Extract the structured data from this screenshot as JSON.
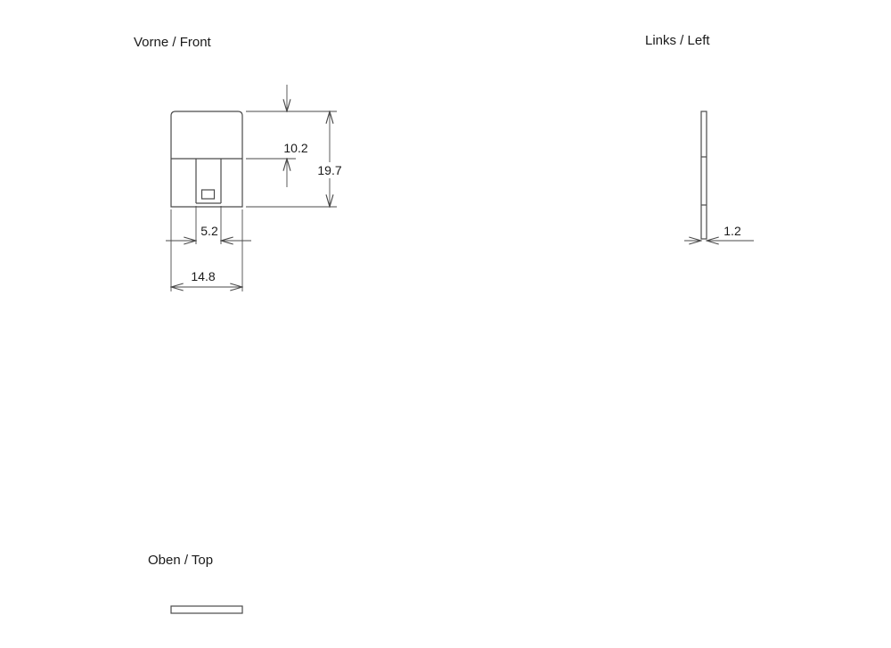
{
  "drawing": {
    "views": {
      "front": {
        "label": "Vorne / Front",
        "dimensions": {
          "slot_depth": "10.2",
          "overall_height": "19.7",
          "slot_width": "5.2",
          "overall_width": "14.8"
        }
      },
      "left": {
        "label": "Links / Left",
        "dimensions": {
          "thickness": "1.2"
        }
      },
      "top": {
        "label": "Oben / Top"
      }
    },
    "colors": {
      "line": "#4a4a4a",
      "text": "#1a1a1a",
      "background": "#ffffff"
    }
  }
}
